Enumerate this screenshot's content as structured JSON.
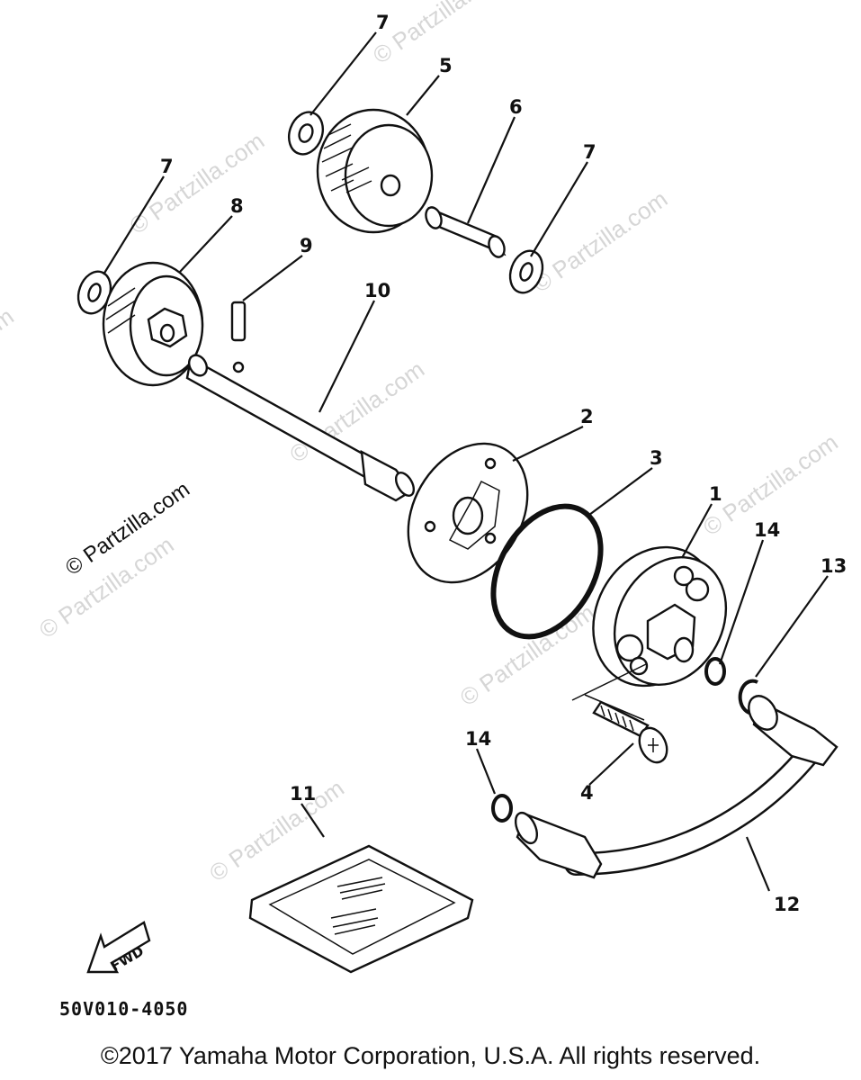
{
  "watermark": "© Partzilla.com",
  "callouts": [
    "1",
    "2",
    "3",
    "4",
    "5",
    "6",
    "7",
    "7",
    "7",
    "8",
    "9",
    "10",
    "11",
    "12",
    "13",
    "14",
    "14"
  ],
  "forward_label": "FWD",
  "diagram_code": "50V010-4050",
  "copyright": "©2017 Yamaha Motor Corporation, U.S.A. All rights reserved."
}
